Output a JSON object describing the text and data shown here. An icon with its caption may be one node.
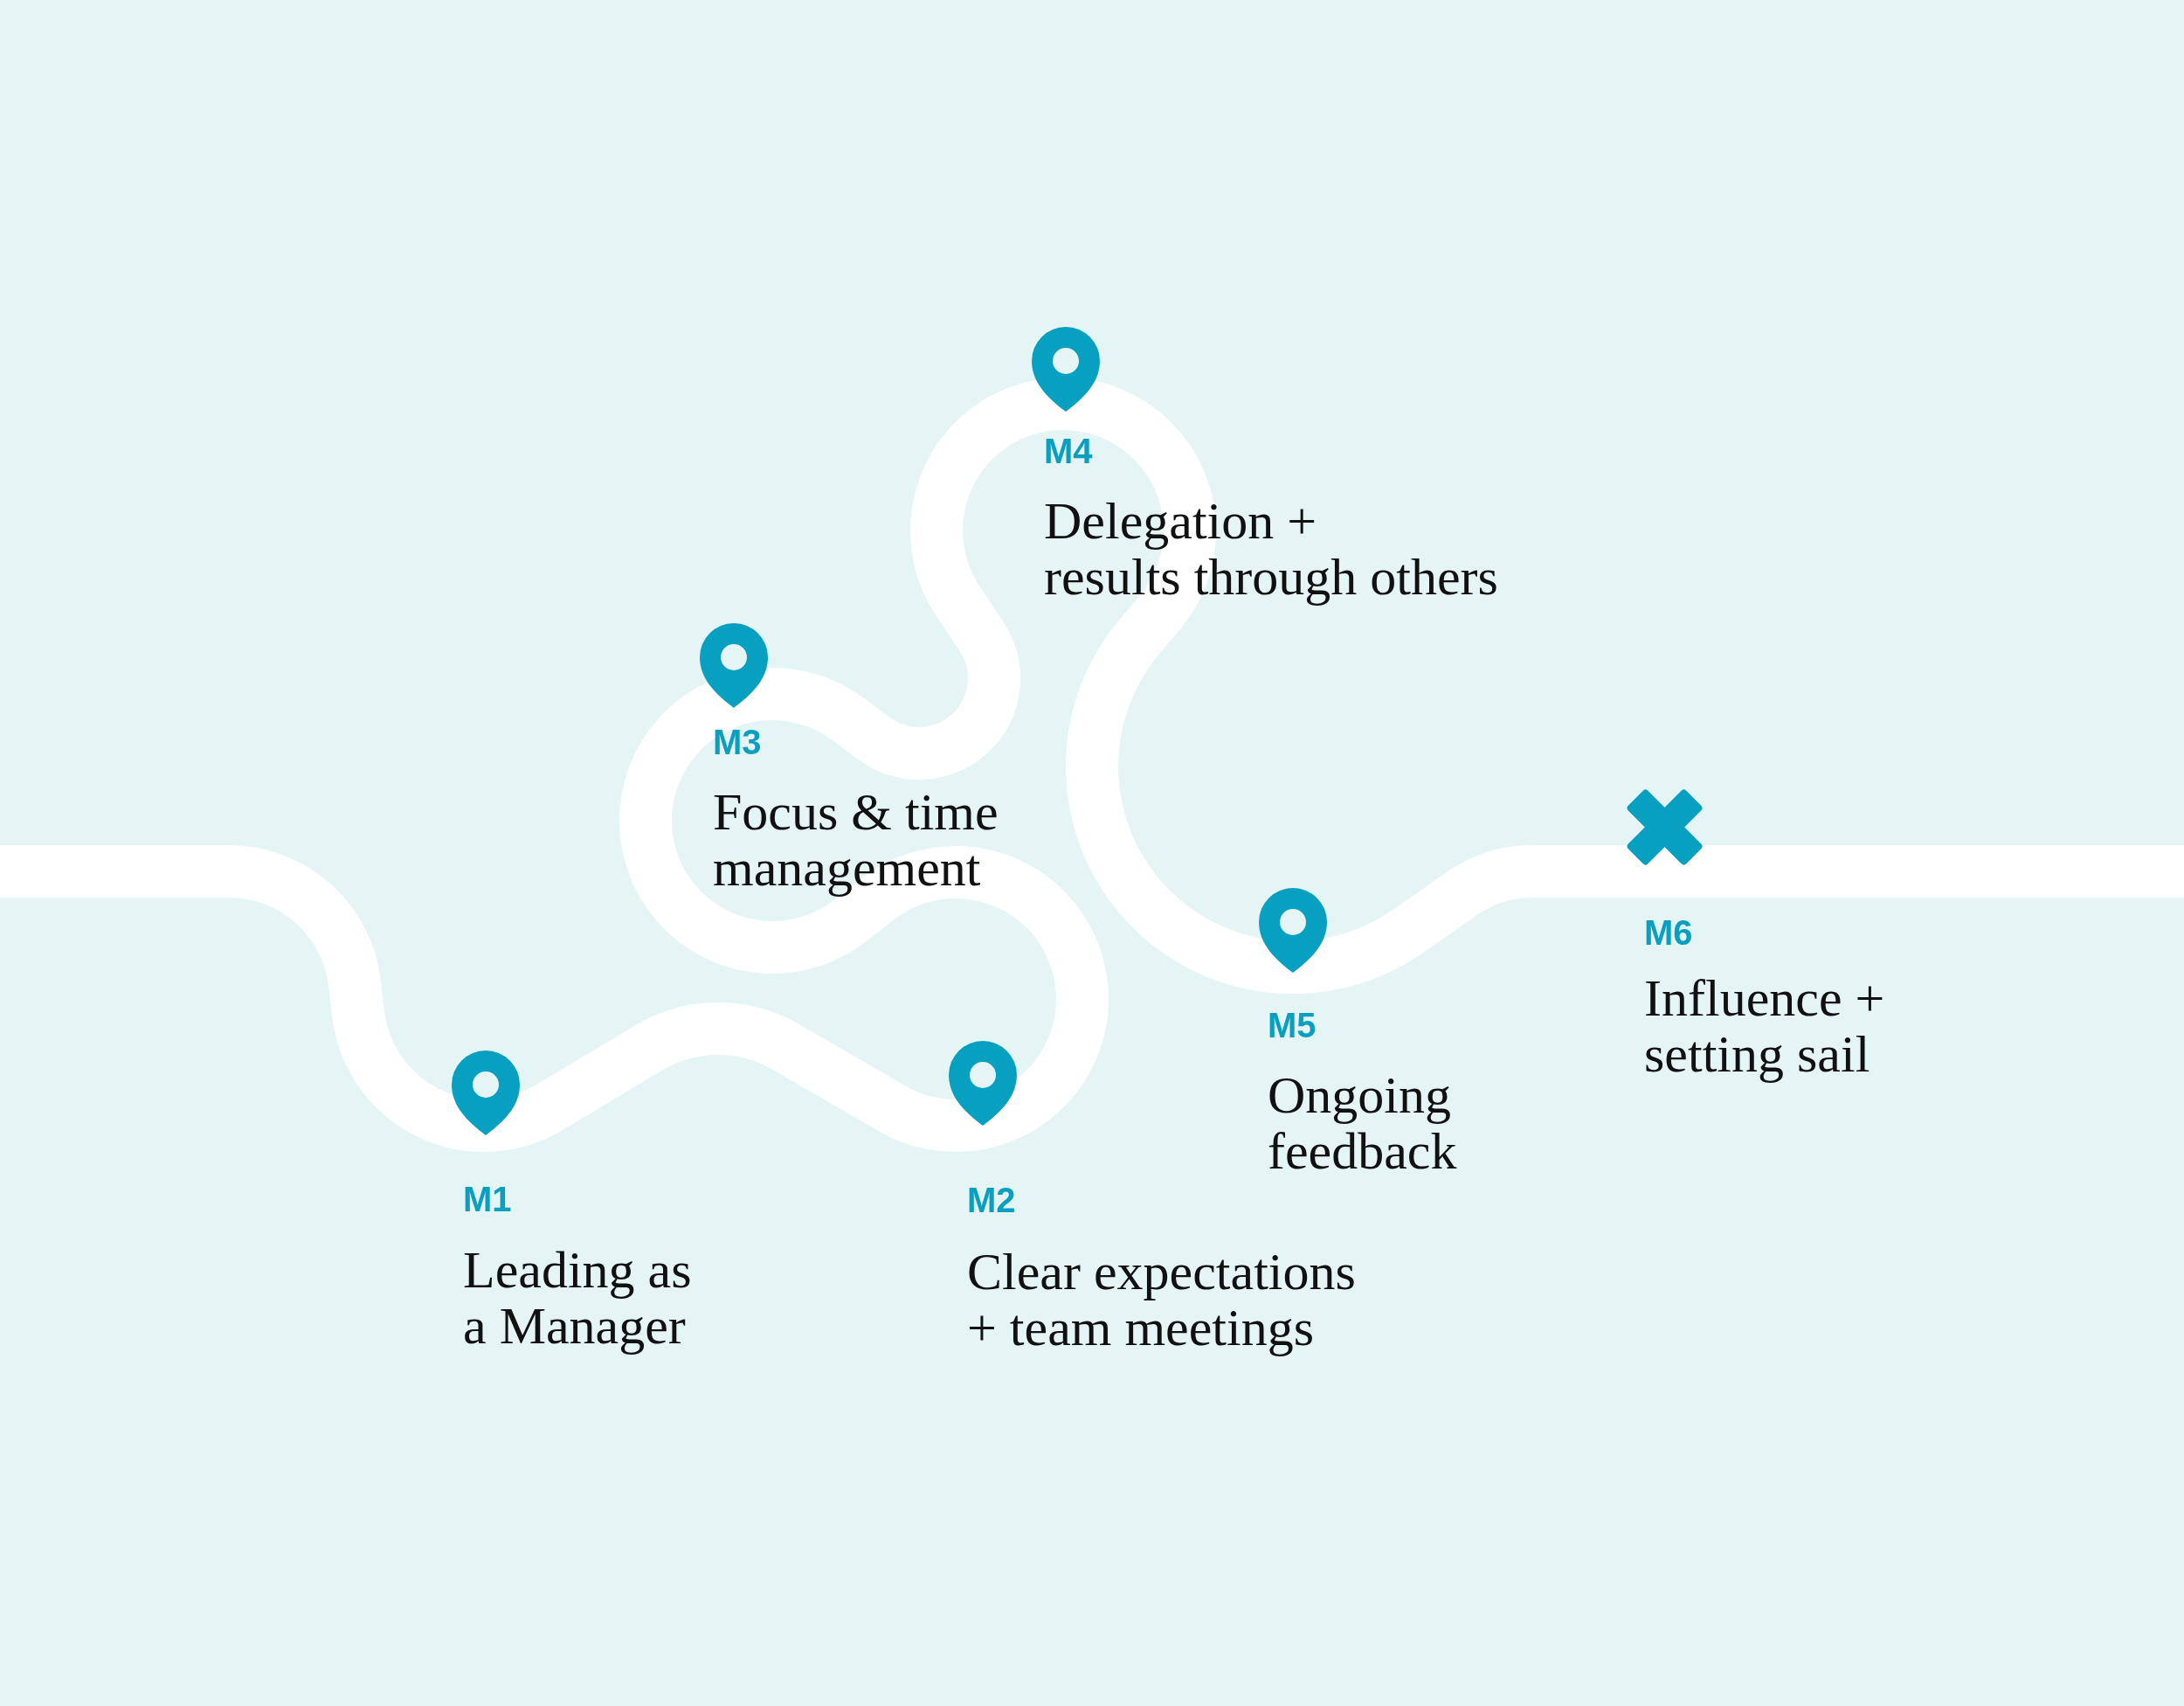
{
  "diagram": {
    "labels": [
      "M1",
      "Leading as a Manager",
      "M2",
      "Clear expectations + team meetings",
      "M3",
      "Focus & time management",
      "M4",
      "Delegation + results through others",
      "M5",
      "Ongoing feedback",
      "M6",
      "Influence + setting sail"
    ]
  }
}
